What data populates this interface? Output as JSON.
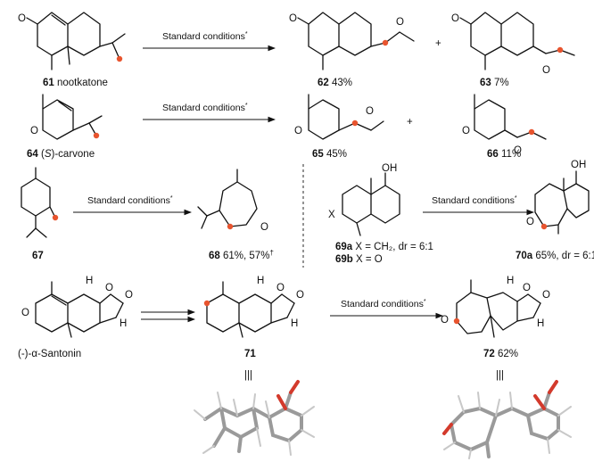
{
  "colors": {
    "highlight": "#e8542e",
    "ink": "#111111",
    "tube": "#9a9a9a",
    "oxygen": "#d33a2c"
  },
  "conditions_label": "Standard conditions",
  "conditions_mark": "*",
  "plus": "+",
  "symbols": {
    "equiv": "|||"
  },
  "rows": {
    "row1": {
      "substrate": {
        "num": "61",
        "name": "nootkatone"
      },
      "product_a": {
        "num": "62",
        "yield": "43%"
      },
      "product_b": {
        "num": "63",
        "yield": "7%"
      }
    },
    "row2": {
      "substrate": {
        "num": "64",
        "name_pre": "(",
        "name_italic": "S",
        "name_post": ")-carvone"
      },
      "product_a": {
        "num": "65",
        "yield": "45%"
      },
      "product_b": {
        "num": "66",
        "yield": "11%"
      }
    },
    "row3_left": {
      "substrate": {
        "num": "67"
      },
      "product": {
        "num": "68",
        "yield": "61%, 57%",
        "mark": "†"
      }
    },
    "row3_right": {
      "x_symbol": "X",
      "substrate_a": {
        "num": "69a",
        "text": "X = CH₂, dr = 6:1"
      },
      "substrate_b": {
        "num": "69b",
        "text": "X = O"
      },
      "product": {
        "num": "70a",
        "text": "65%, dr = 6:1"
      }
    },
    "row4": {
      "start": {
        "name": "(-)-α-Santonin"
      },
      "intermediate": {
        "num": "71"
      },
      "product": {
        "num": "72",
        "yield": "62%"
      }
    }
  },
  "atoms": {
    "O": "O",
    "OH": "OH",
    "H": "H",
    "X": "X"
  }
}
